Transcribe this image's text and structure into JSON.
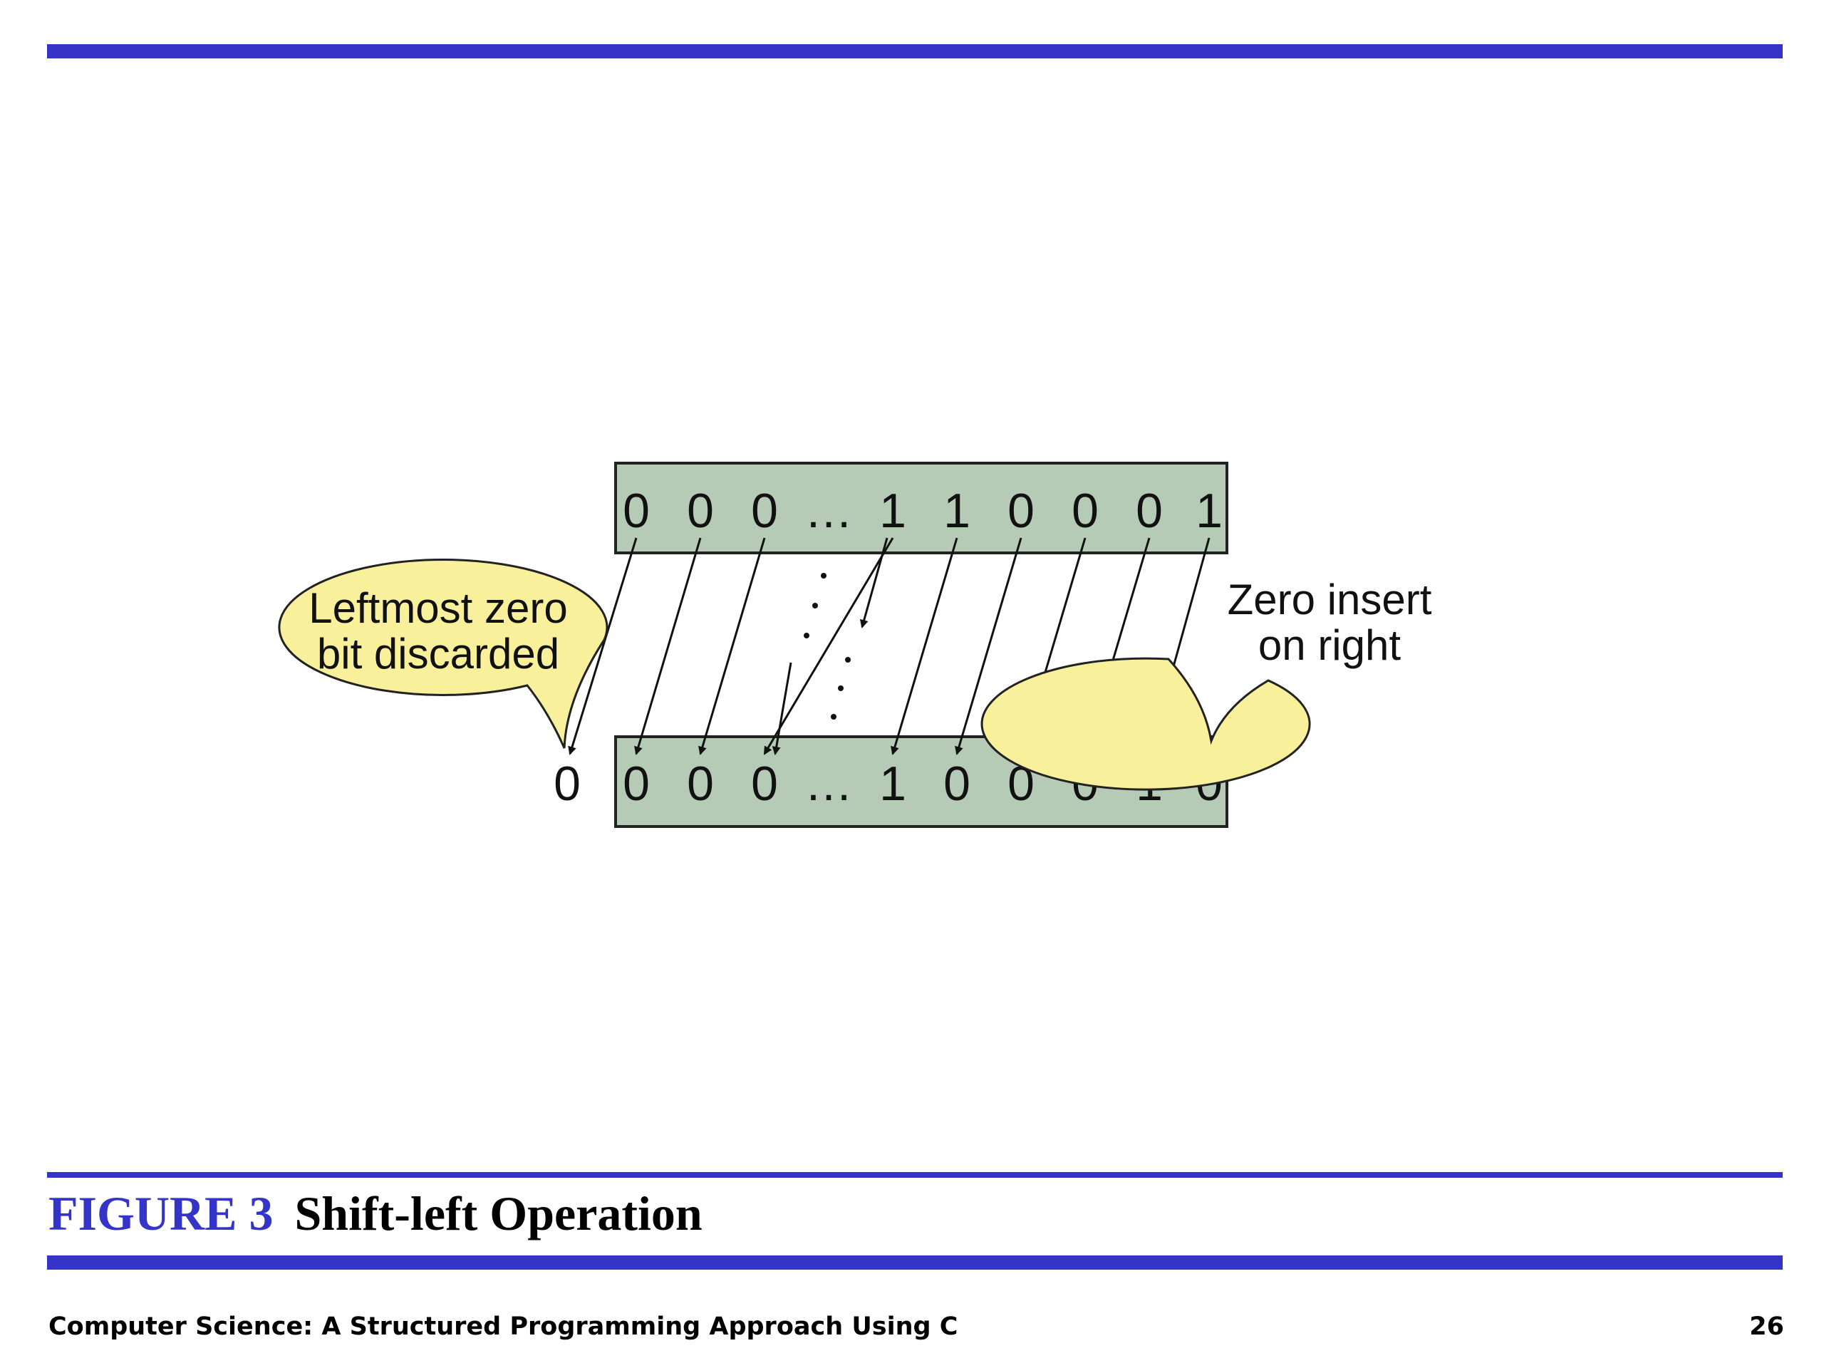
{
  "figure": {
    "label": "FIGURE 3",
    "title": "Shift-left Operation"
  },
  "footer": {
    "book_title": "Computer Science: A Structured Programming Approach Using C",
    "page_number": "26"
  },
  "diagram": {
    "top_bits": [
      "0",
      "0",
      "0",
      "…",
      "1",
      "1",
      "0",
      "0",
      "0",
      "1"
    ],
    "bottom_bits": [
      "0",
      "0",
      "0",
      "…",
      "1",
      "0",
      "0",
      "0",
      "1",
      "0"
    ],
    "discarded_bit": "0",
    "left_callout": [
      "Leftmost zero",
      "bit discarded"
    ],
    "right_callout": [
      "Zero insert",
      "on right"
    ],
    "colors": {
      "accent_blue": "#3434c8",
      "register_fill": "#b5cbb5",
      "callout_fill": "#f8f09a"
    }
  }
}
